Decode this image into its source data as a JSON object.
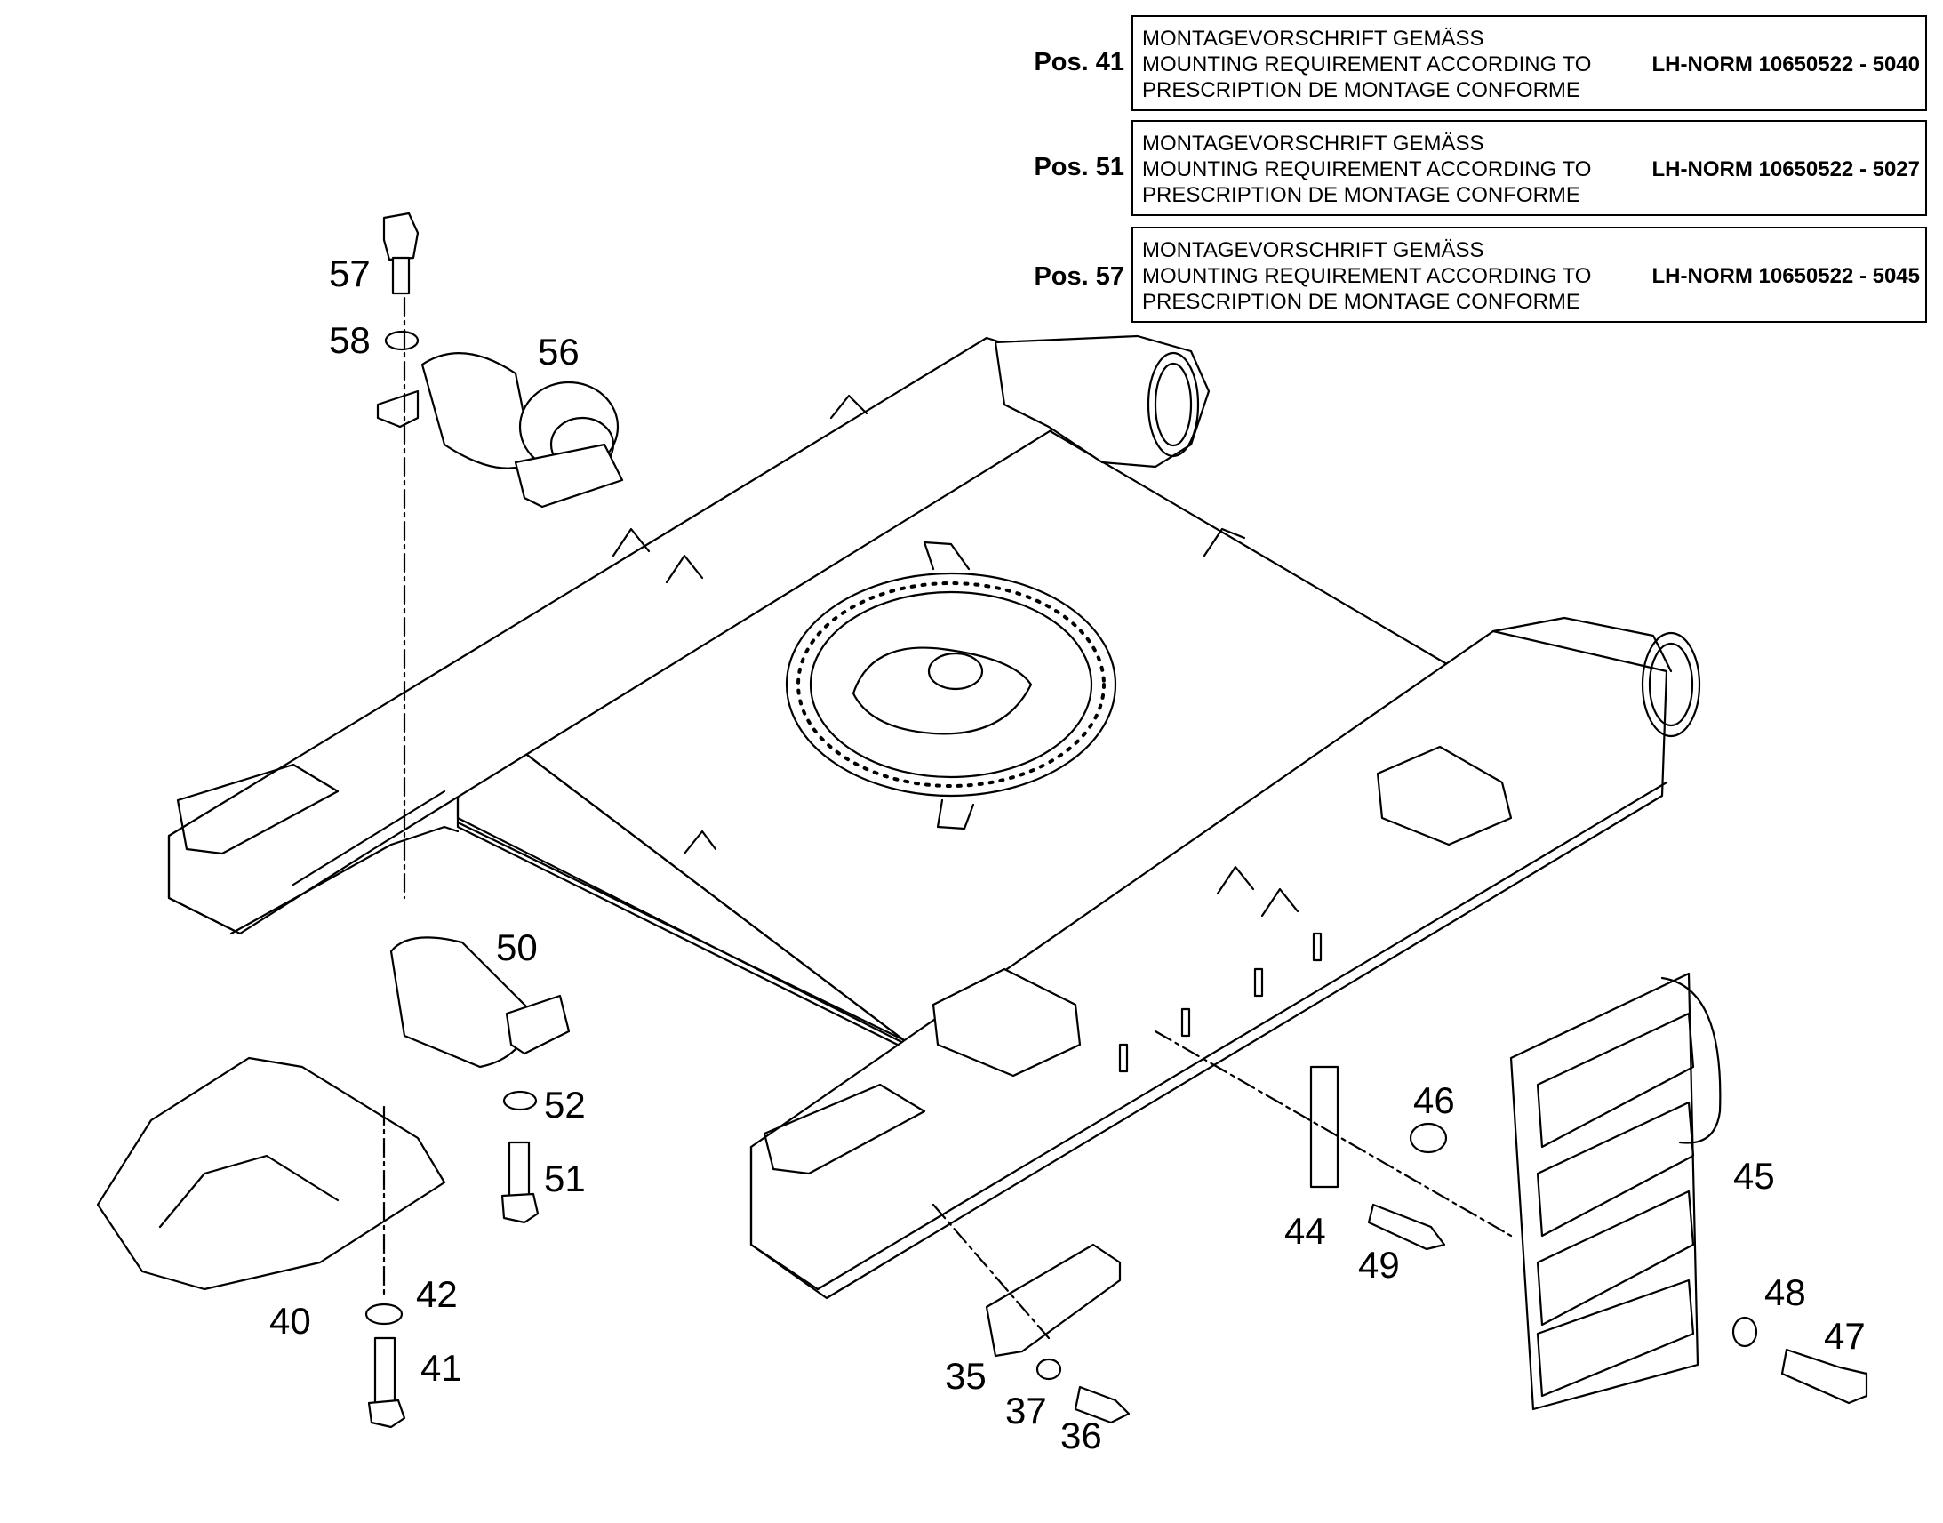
{
  "notes": [
    {
      "pos": "Pos. 41",
      "lines": [
        "MONTAGEVORSCHRIFT GEMÄSS",
        "MOUNTING REQUIREMENT ACCORDING TO",
        "PRESCRIPTION DE MONTAGE CONFORME"
      ],
      "norm": "LH-NORM 10650522 - 5040"
    },
    {
      "pos": "Pos. 51",
      "lines": [
        "MONTAGEVORSCHRIFT GEMÄSS",
        "MOUNTING REQUIREMENT ACCORDING TO",
        "PRESCRIPTION DE MONTAGE CONFORME"
      ],
      "norm": "LH-NORM 10650522 - 5027"
    },
    {
      "pos": "Pos. 57",
      "lines": [
        "MONTAGEVORSCHRIFT GEMÄSS",
        "MOUNTING REQUIREMENT ACCORDING TO",
        "PRESCRIPTION DE MONTAGE CONFORME"
      ],
      "norm": "LH-NORM 10650522 - 5045"
    }
  ],
  "callouts": {
    "p35": "35",
    "p36": "36",
    "p37": "37",
    "p40": "40",
    "p41": "41",
    "p42": "42",
    "p44": "44",
    "p45": "45",
    "p46": "46",
    "p47": "47",
    "p48": "48",
    "p49": "49",
    "p50": "50",
    "p51": "51",
    "p52": "52",
    "p56": "56",
    "p57": "57",
    "p58": "58"
  }
}
